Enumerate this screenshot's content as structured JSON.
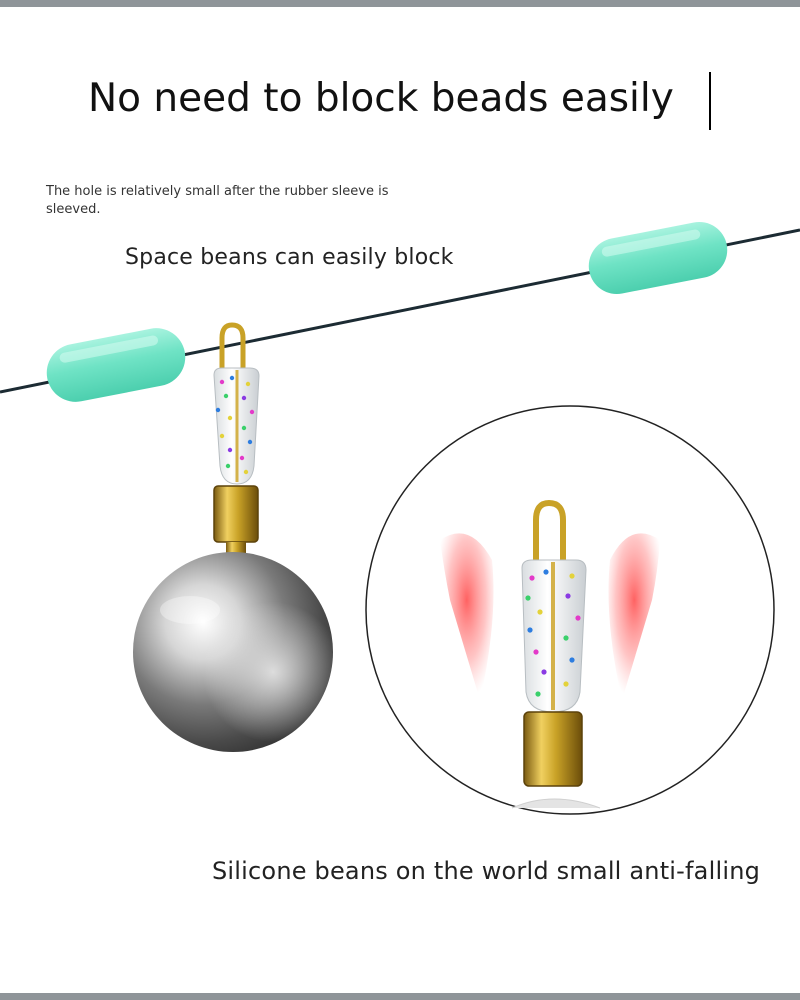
{
  "headline": "No need to block beads easily",
  "note": "The hole is relatively small after the rubber sleeve is sleeved.",
  "caption_top": "Space beans can easily block",
  "caption_bottom": "Silicone beans on the world small anti-falling",
  "colors": {
    "fishing_line": "#1c2b33",
    "bean": "#6fe3c5",
    "brass": "#c9a227",
    "glow": "#ff6f6f",
    "frame": "#8f9599"
  }
}
